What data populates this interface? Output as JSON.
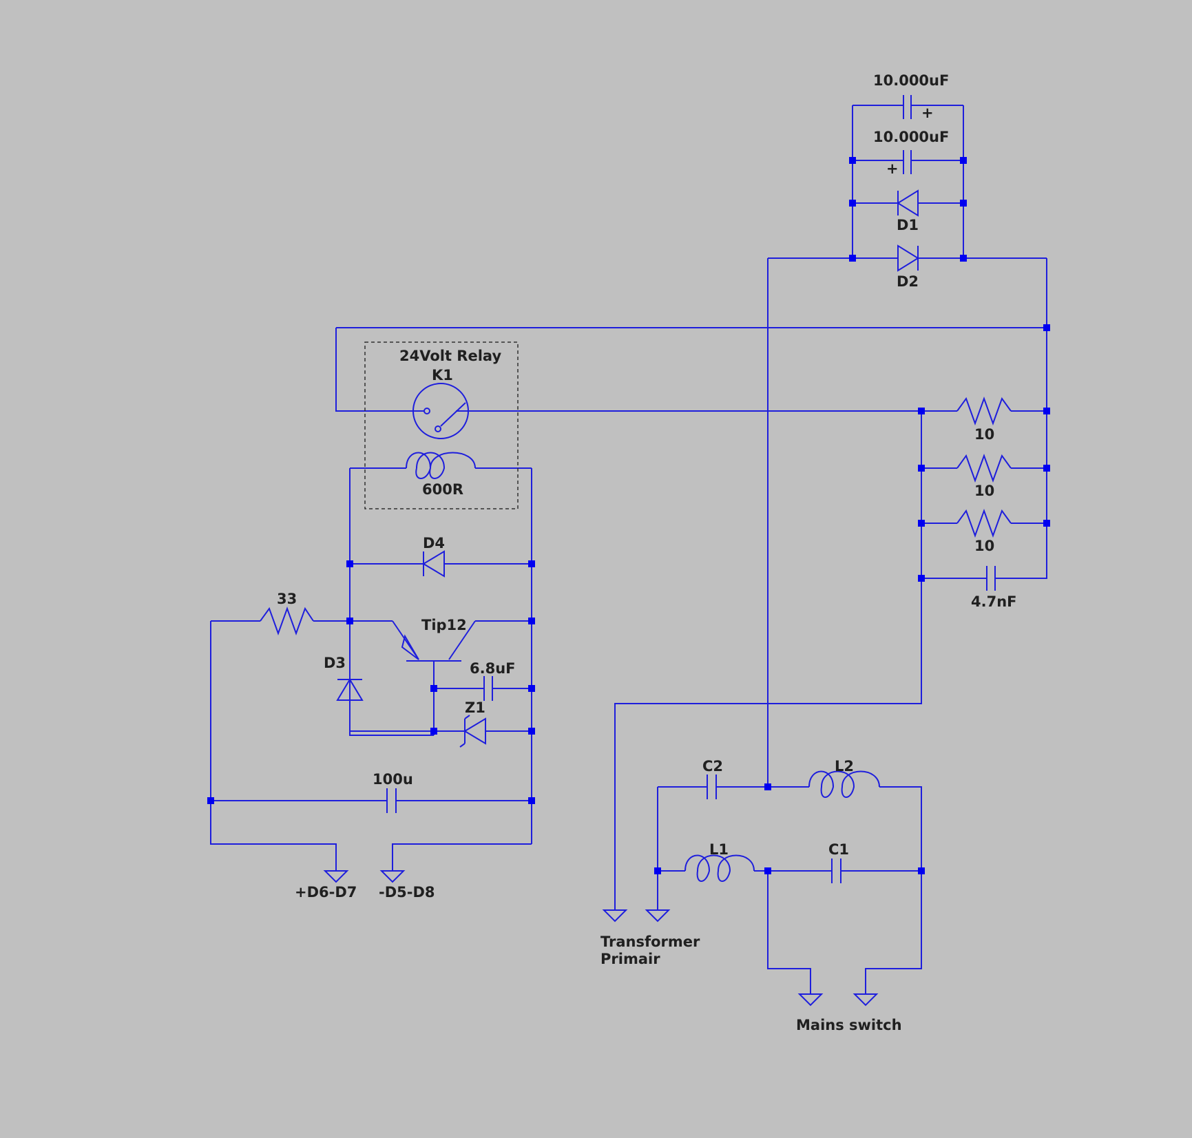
{
  "colors": {
    "background": "#c0c0c0",
    "wire": "#1e1edc",
    "junction": "#0000f0",
    "text": "#202020"
  },
  "labels": {
    "cap_top1": "10.000uF",
    "cap_top2": "10.000uF",
    "plus1": "+",
    "plus2": "+",
    "d1": "D1",
    "d2": "D2",
    "relay_title": "24Volt Relay",
    "k1": "K1",
    "coil": "600R",
    "r_a": "10",
    "r_b": "10",
    "r_c": "10",
    "cap_47n": "4.7nF",
    "d4": "D4",
    "r33": "33",
    "tip12": "Tip12",
    "d3": "D3",
    "cap_68u": "6.8uF",
    "z1": "Z1",
    "cap_100u": "100u",
    "gnd_pos": "+D6-D7",
    "gnd_neg": "-D5-D8",
    "c2": "C2",
    "l2": "L2",
    "l1": "L1",
    "c1": "C1",
    "transformer_1": "Transformer",
    "transformer_2": "Primair",
    "mains": "Mains switch"
  }
}
